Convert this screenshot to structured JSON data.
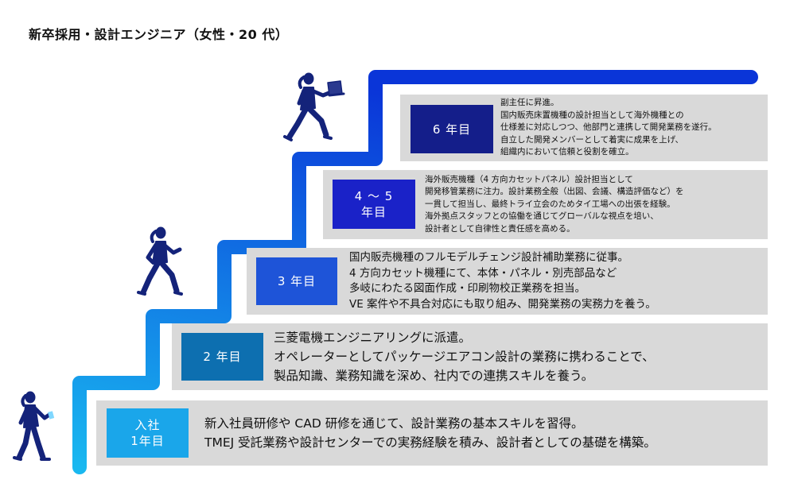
{
  "title": "新卒採用・設計エンジニア（女性・20 代）",
  "colors": {
    "stair_top": "#0a35d8",
    "stair_bottom": "#19b8f0",
    "panel": "#d9d9d9",
    "badge_1": "#1aa6ea",
    "badge_2": "#0d6fb0",
    "badge_3": "#1e54d8",
    "badge_4": "#1a22c8",
    "badge_5": "#141e8a",
    "figure": "#14237a"
  },
  "stages": [
    {
      "badge": "入社\n1年目",
      "lines": [
        "新入社員研修や CAD 研修を通じて、設計業務の基本スキルを習得。",
        "TMEJ 受託業務や設計センターでの実務経験を積み、設計者としての基礎を構築。"
      ]
    },
    {
      "badge": "2 年目",
      "lines": [
        "三菱電機エンジニアリングに派遣。",
        "オペレーターとしてパッケージエアコン設計の業務に携わることで、",
        "製品知識、業務知識を深め、社内での連携スキルを養う。"
      ]
    },
    {
      "badge": "3 年目",
      "lines": [
        "国内販売機種のフルモデルチェンジ設計補助業務に従事。",
        "4 方向カセット機種にて、本体・パネル・別売部品など",
        "多岐にわたる図面作成・印刷物校正業務を担当。",
        "VE 案件や不具合対応にも取り組み、開発業務の実務力を養う。"
      ]
    },
    {
      "badge": "4 〜 5\n年目",
      "lines": [
        "海外販売機種（4 方向カセットパネル）設計担当として",
        "開発移管業務に注力。設計業務全般（出図、会議、構造評価など）を",
        "一貫して担当し、最終トライ立会のためタイ工場への出張を経験。",
        "海外拠点スタッフとの協働を通じてグローバルな視点を培い、",
        "設計者として自律性と責任感を高める。"
      ]
    },
    {
      "badge": "6 年目",
      "lines": [
        "副主任に昇進。",
        "国内販売床置機種の設計担当として海外機種との",
        "仕様差に対応しつつ、他部門と連携して開発業務を遂行。",
        "自立した開発メンバーとして着実に成果を上げ、",
        "組織内において信頼と役割を確立。"
      ]
    }
  ],
  "figures": [
    "walking-woman",
    "running-woman",
    "running-woman-with-laptop"
  ]
}
